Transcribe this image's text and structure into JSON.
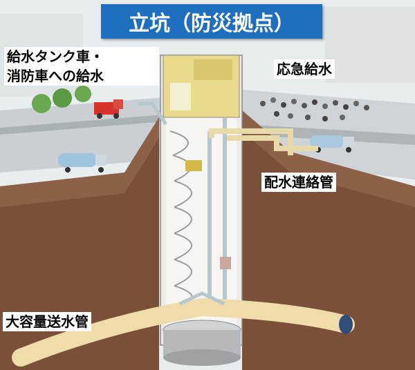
{
  "title": "立坑（防災拠点）",
  "labels": {
    "tanker_supply_line1": "給水タンク車・",
    "tanker_supply_line2": "消防車への給水",
    "emergency_supply": "応急給水",
    "distribution_pipe": "配水連絡管",
    "large_pipe": "大容量送水管"
  },
  "colors": {
    "title_bg": "#1f6fc1",
    "earth": "#7a5138",
    "pipe": "#efdcaa",
    "shaft": "#eeece6"
  }
}
